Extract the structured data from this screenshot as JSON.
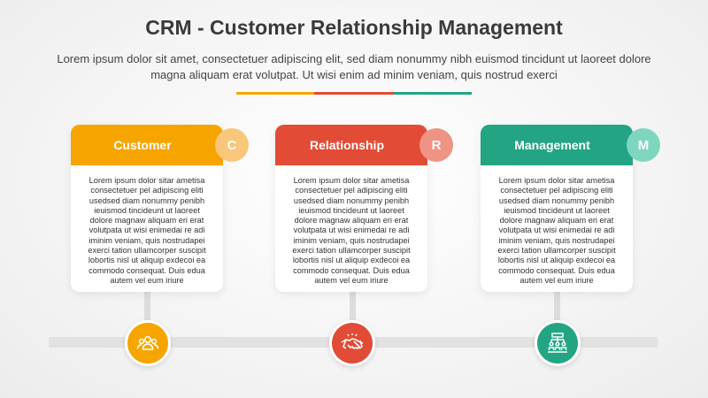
{
  "title": "CRM - Customer Relationship Management",
  "subtitle": "Lorem ipsum dolor sit amet, consectetuer adipiscing elit, sed diam nonummy nibh euismod tincidunt ut laoreet dolore magna aliquam erat volutpat. Ut wisi enim ad minim veniam, quis nostrud exerci",
  "colors": {
    "customer": "#f6a500",
    "customer_light": "#f8c77a",
    "relationship": "#e24b35",
    "relationship_light": "#ef9485",
    "management": "#23a584",
    "management_light": "#7fd6be"
  },
  "cards": [
    {
      "label": "Customer",
      "letter": "C",
      "body": "Lorem ipsum dolor sitar ametisa consectetuer pel adipiscing eliti usedsed diam nonummy penibh ieuismod tincideunt ut laoreet dolore magnaw aliquam eri erat volutpata ut wisi enimedai re adi iminim veniam, quis nostrudapei exerci tation ullamcorper suscipit lobortis nisl ut aliquip exdecoi ea commodo consequat. Duis edua autem vel eum iriure",
      "icon": "users-group-icon"
    },
    {
      "label": "Relationship",
      "letter": "R",
      "body": "Lorem ipsum dolor sitar ametisa consectetuer pel adipiscing eliti usedsed diam nonummy penibh ieuismod tincideunt ut laoreet dolore magnaw aliquam eri erat volutpata ut wisi enimedai re adi iminim veniam, quis nostrudapei exerci tation ullamcorper suscipit lobortis nisl ut aliquip exdecoi ea commodo consequat. Duis edua autem vel eum iriure",
      "icon": "handshake-icon"
    },
    {
      "label": "Management",
      "letter": "M",
      "body": "Lorem ipsum dolor sitar ametisa consectetuer pel adipiscing eliti usedsed diam nonummy penibh ieuismod tincideunt ut laoreet dolore magnaw aliquam eri erat volutpata ut wisi enimedai re adi iminim veniam, quis nostrudapei exerci tation ullamcorper suscipit lobortis nisl ut aliquip exdecoi ea commodo consequat. Duis edua autem vel eum iriure",
      "icon": "organization-icon"
    }
  ]
}
